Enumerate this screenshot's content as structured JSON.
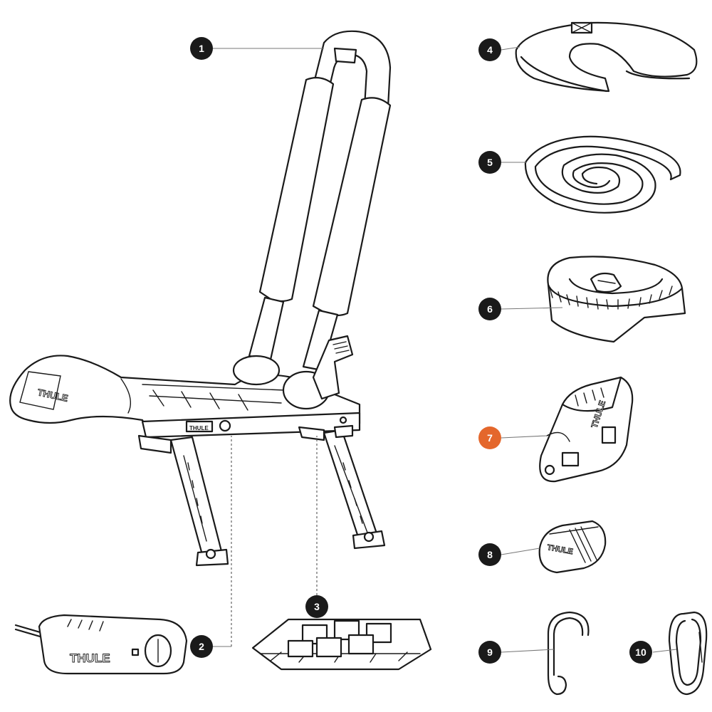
{
  "accent_color": "#e4672c",
  "badge_color": "#1a1a1a",
  "brand_logo": "THULE",
  "parts": [
    {
      "number": "1",
      "name": "kayak-carrier-frame",
      "highlighted": false
    },
    {
      "number": "2",
      "name": "lock-cover",
      "highlighted": false
    },
    {
      "number": "3",
      "name": "mounting-base-plate",
      "highlighted": false
    },
    {
      "number": "4",
      "name": "strap-loop",
      "highlighted": false
    },
    {
      "number": "5",
      "name": "coiled-rope",
      "highlighted": false
    },
    {
      "number": "6",
      "name": "coiled-strap-with-buckle",
      "highlighted": false
    },
    {
      "number": "7",
      "name": "buckle-clip",
      "highlighted": true
    },
    {
      "number": "8",
      "name": "end-cap",
      "highlighted": false
    },
    {
      "number": "9",
      "name": "s-hook",
      "highlighted": false
    },
    {
      "number": "10",
      "name": "carabiner",
      "highlighted": false
    }
  ]
}
